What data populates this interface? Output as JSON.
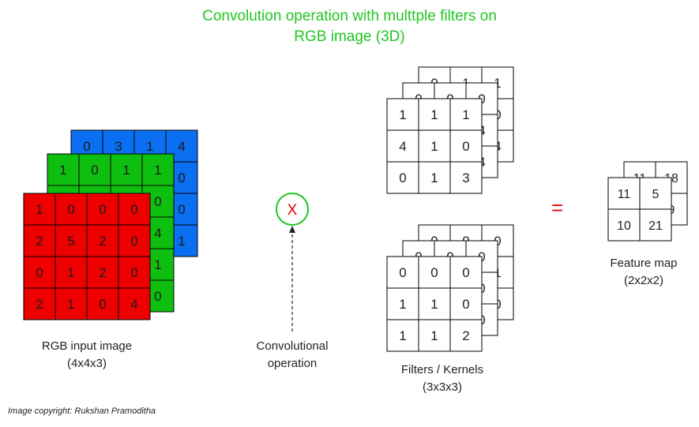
{
  "title": {
    "line1": "Convolution operation with multtple filters on",
    "line2": "RGB image (3D)"
  },
  "input": {
    "caption_line1": "RGB input image",
    "caption_line2": "(4x4x3)",
    "colors": {
      "blue": "#0a6ff0",
      "green": "#0fbf0f",
      "red": "#ee0000"
    },
    "blue": [
      [
        "0",
        "3",
        "1",
        "4"
      ],
      [
        "",
        "",
        "",
        "0"
      ],
      [
        "",
        "",
        "",
        "0"
      ],
      [
        "",
        "",
        "",
        "1"
      ]
    ],
    "green": [
      [
        "1",
        "0",
        "1",
        "1"
      ],
      [
        "",
        "",
        "",
        "0"
      ],
      [
        "",
        "",
        "",
        "4"
      ],
      [
        "",
        "",
        "",
        "1"
      ],
      [
        "",
        "",
        "",
        "0"
      ]
    ],
    "red": [
      [
        "1",
        "0",
        "0",
        "0"
      ],
      [
        "2",
        "5",
        "2",
        "0"
      ],
      [
        "0",
        "1",
        "2",
        "0"
      ],
      [
        "2",
        "1",
        "0",
        "4"
      ]
    ]
  },
  "operator": {
    "symbol": "X",
    "caption_line1": "Convolutional",
    "caption_line2": "operation",
    "color": "#22c522"
  },
  "filter1": {
    "back": [
      [
        "0",
        "1",
        "1"
      ],
      [
        "",
        "",
        "0"
      ],
      [
        "",
        "",
        "4"
      ]
    ],
    "mid": [
      [
        "0",
        "0",
        "0"
      ],
      [
        "",
        "",
        "4"
      ],
      [
        "",
        "",
        "4"
      ]
    ],
    "front": [
      [
        "1",
        "1",
        "1"
      ],
      [
        "4",
        "1",
        "0"
      ],
      [
        "0",
        "1",
        "3"
      ]
    ]
  },
  "filter2": {
    "back": [
      [
        "0",
        "0",
        "0"
      ],
      [
        "",
        "",
        "1"
      ],
      [
        "",
        "",
        "0"
      ]
    ],
    "mid": [
      [
        "0",
        "0",
        "0"
      ],
      [
        "",
        "",
        "0"
      ],
      [
        "",
        "",
        "0"
      ]
    ],
    "front": [
      [
        "0",
        "0",
        "0"
      ],
      [
        "1",
        "1",
        "0"
      ],
      [
        "1",
        "1",
        "2"
      ]
    ]
  },
  "filters_caption": {
    "line1": "Filters / Kernels",
    "line2": "(3x3x3)"
  },
  "equals_symbol": "=",
  "feature_map": {
    "back": [
      [
        "11",
        "18"
      ],
      [
        "",
        "9"
      ]
    ],
    "front": [
      [
        "11",
        "5"
      ],
      [
        "10",
        "21"
      ]
    ],
    "caption_line1": "Feature map",
    "caption_line2": "(2x2x2)"
  },
  "copyright": "Image copyright: Rukshan Pramoditha"
}
